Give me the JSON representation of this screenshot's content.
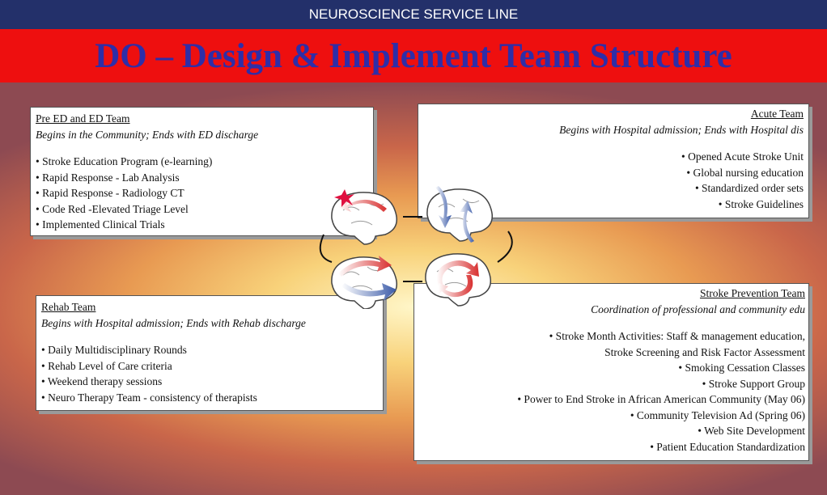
{
  "header": {
    "service_line": "NEUROSCIENCE SERVICE LINE",
    "title": "DO – Design & Implement Team Structure"
  },
  "pre_ed": {
    "title": "Pre ED and ED Team",
    "subtitle": "Begins in the Community; Ends with ED discharge",
    "items": [
      "• Stroke Education Program (e-learning)",
      "• Rapid Response - Lab Analysis",
      "• Rapid Response - Radiology CT",
      "• Code Red -Elevated Triage Level",
      "• Implemented Clinical Trials"
    ]
  },
  "acute": {
    "title": "Acute Team",
    "subtitle": "Begins with Hospital admission; Ends with Hospital dis",
    "items": [
      "• Opened Acute Stroke Unit",
      "• Global nursing education",
      "• Standardized order sets",
      "• Stroke Guidelines"
    ]
  },
  "rehab": {
    "title": "Rehab Team",
    "subtitle": "Begins with Hospital admission; Ends with Rehab discharge",
    "items": [
      "• Daily Multidisciplinary Rounds",
      "• Rehab Level of Care criteria",
      "• Weekend therapy sessions",
      "• Neuro Therapy Team - consistency of therapists"
    ]
  },
  "prevention": {
    "title": "Stroke Prevention Team",
    "subtitle": "Coordination of professional and community edu",
    "items": [
      "• Stroke Month Activities: Staff & management education,",
      "Stroke Screening and Risk Factor Assessment",
      "• Smoking Cessation Classes",
      "• Stroke Support Group",
      "• Power to End Stroke in African American Community (May 06)",
      "• Community Television Ad (Spring 06)",
      "• Web Site Development",
      "• Patient Education Standardization"
    ]
  },
  "colors": {
    "top_bar": "#23306a",
    "title_bar": "#ee0f0f",
    "title_text": "#2e2ea8",
    "arrow_red": "#d83030",
    "arrow_blue": "#3a5aa8"
  },
  "icons": [
    "brain-icon",
    "red-arrow-icon",
    "blue-arrow-icon",
    "starburst-icon"
  ]
}
